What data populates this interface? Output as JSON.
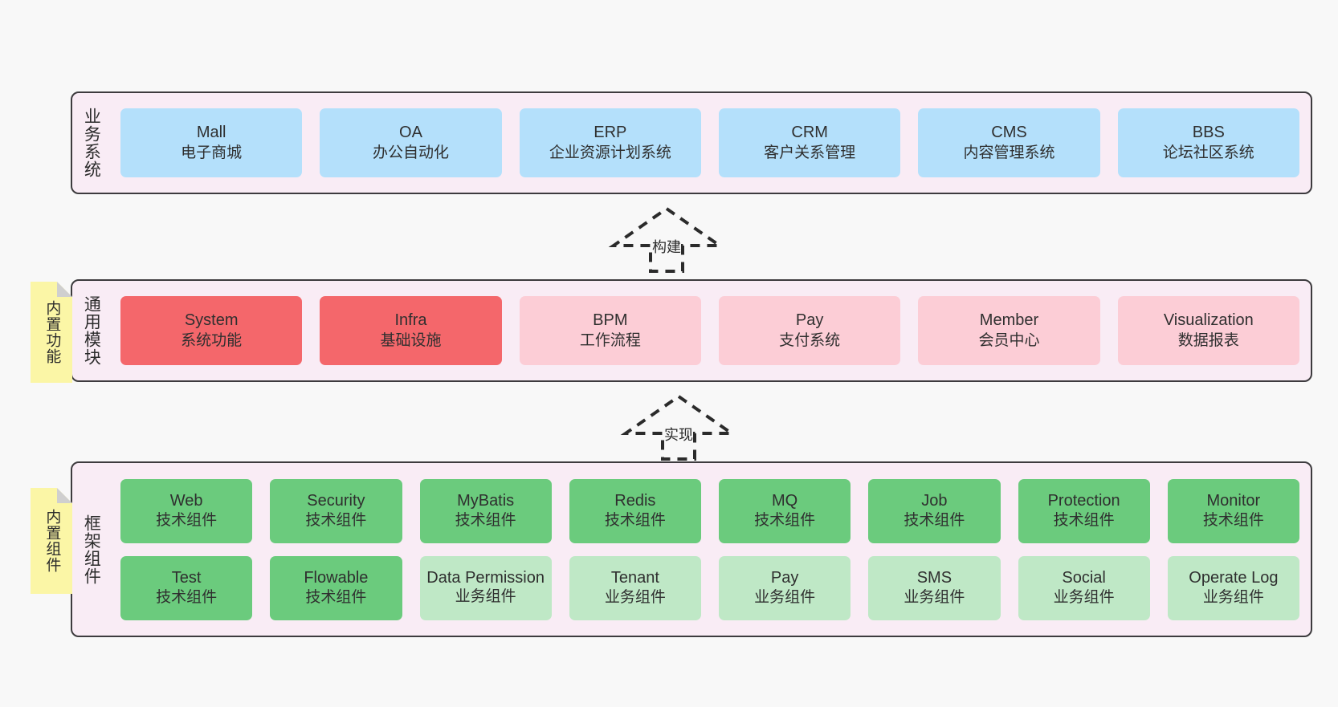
{
  "diagram": {
    "background": "#f8f8f8",
    "colors": {
      "layer_bg": "#f9ecf5",
      "layer_border": "#3d3b3e",
      "business_card": "#b4e0fb",
      "core_module_card": "#f4676b",
      "module_card": "#fccdd6",
      "tech_component_card": "#6bcb7d",
      "biz_component_card": "#bfe8c6",
      "note_bg": "#fbf6a6",
      "note_fold": "#cfcfcf",
      "text": "#2f2f2f"
    }
  },
  "layers": {
    "business": {
      "title": "业务系统",
      "cards": [
        {
          "en": "Mall",
          "cn": "电子商城"
        },
        {
          "en": "OA",
          "cn": "办公自动化"
        },
        {
          "en": "ERP",
          "cn": "企业资源计划系统"
        },
        {
          "en": "CRM",
          "cn": "客户关系管理"
        },
        {
          "en": "CMS",
          "cn": "内容管理系统"
        },
        {
          "en": "BBS",
          "cn": "论坛社区系统"
        }
      ]
    },
    "common": {
      "title": "通用模块",
      "cards": [
        {
          "en": "System",
          "cn": "系统功能",
          "style": "core"
        },
        {
          "en": "Infra",
          "cn": "基础设施",
          "style": "core"
        },
        {
          "en": "BPM",
          "cn": "工作流程",
          "style": "normal"
        },
        {
          "en": "Pay",
          "cn": "支付系统",
          "style": "normal"
        },
        {
          "en": "Member",
          "cn": "会员中心",
          "style": "normal"
        },
        {
          "en": "Visualization",
          "cn": "数据报表",
          "style": "normal"
        }
      ]
    },
    "framework": {
      "title": "框架组件",
      "row1": [
        {
          "en": "Web",
          "cn": "技术组件"
        },
        {
          "en": "Security",
          "cn": "技术组件"
        },
        {
          "en": "MyBatis",
          "cn": "技术组件"
        },
        {
          "en": "Redis",
          "cn": "技术组件"
        },
        {
          "en": "MQ",
          "cn": "技术组件"
        },
        {
          "en": "Job",
          "cn": "技术组件"
        },
        {
          "en": "Protection",
          "cn": "技术组件"
        },
        {
          "en": "Monitor",
          "cn": "技术组件"
        }
      ],
      "row2": [
        {
          "en": "Test",
          "cn": "技术组件",
          "style": "tech"
        },
        {
          "en": "Flowable",
          "cn": "技术组件",
          "style": "tech"
        },
        {
          "en": "Data Permission",
          "cn": "业务组件",
          "style": "biz"
        },
        {
          "en": "Tenant",
          "cn": "业务组件",
          "style": "biz"
        },
        {
          "en": "Pay",
          "cn": "业务组件",
          "style": "biz"
        },
        {
          "en": "SMS",
          "cn": "业务组件",
          "style": "biz"
        },
        {
          "en": "Social",
          "cn": "业务组件",
          "style": "biz"
        },
        {
          "en": "Operate Log",
          "cn": "业务组件",
          "style": "biz"
        }
      ]
    }
  },
  "notes": [
    {
      "label": "内置功能"
    },
    {
      "label": "内置组件"
    }
  ],
  "connectors": [
    {
      "label": "构建"
    },
    {
      "label": "实现"
    }
  ]
}
